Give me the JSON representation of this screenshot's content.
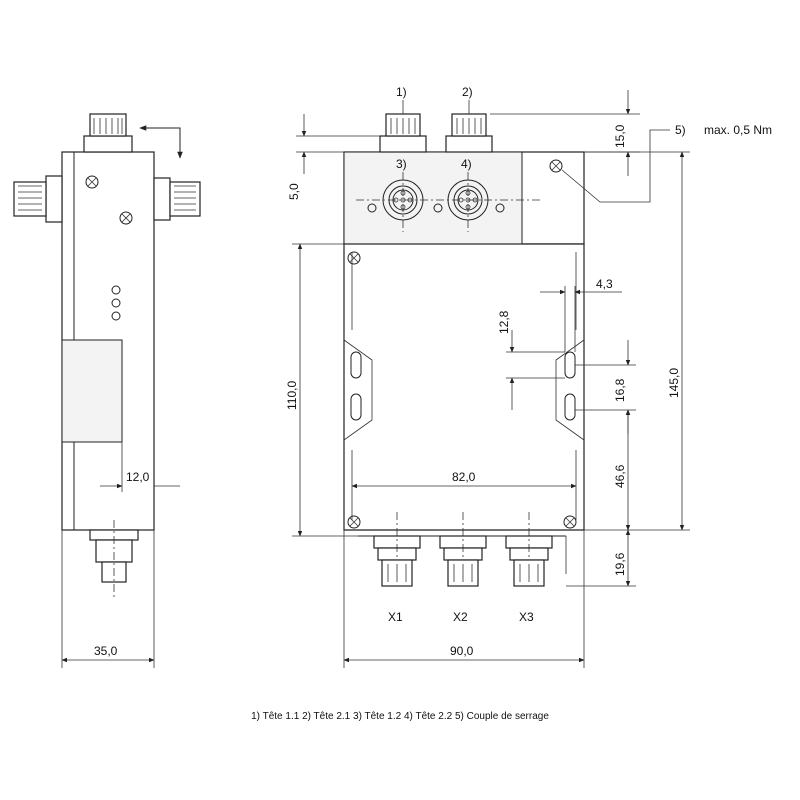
{
  "dimensions": {
    "side_width": "35,0",
    "side_offset": "12,0",
    "front_width": "90,0",
    "inner_width": "82,0",
    "top_conn_height": "15,0",
    "plate_offset": "5,0",
    "body_height": "110,0",
    "total_height": "145,0",
    "bottom_offset": "46,6",
    "slot_spacing": "16,8",
    "slot_height": "12,8",
    "slot_width": "4,3",
    "bottom_conn_height": "19,6"
  },
  "callouts": {
    "c1": "1)",
    "c2": "2)",
    "c3": "3)",
    "c4": "4)",
    "c5": "5)",
    "torque": "max. 0,5 Nm"
  },
  "connectors": {
    "x1": "X1",
    "x2": "X2",
    "x3": "X3"
  },
  "legend": "1) Tête 1.1  2) Tête 2.1  3) Tête 1.2  4) Tête 2.2  5) Couple de serrage"
}
